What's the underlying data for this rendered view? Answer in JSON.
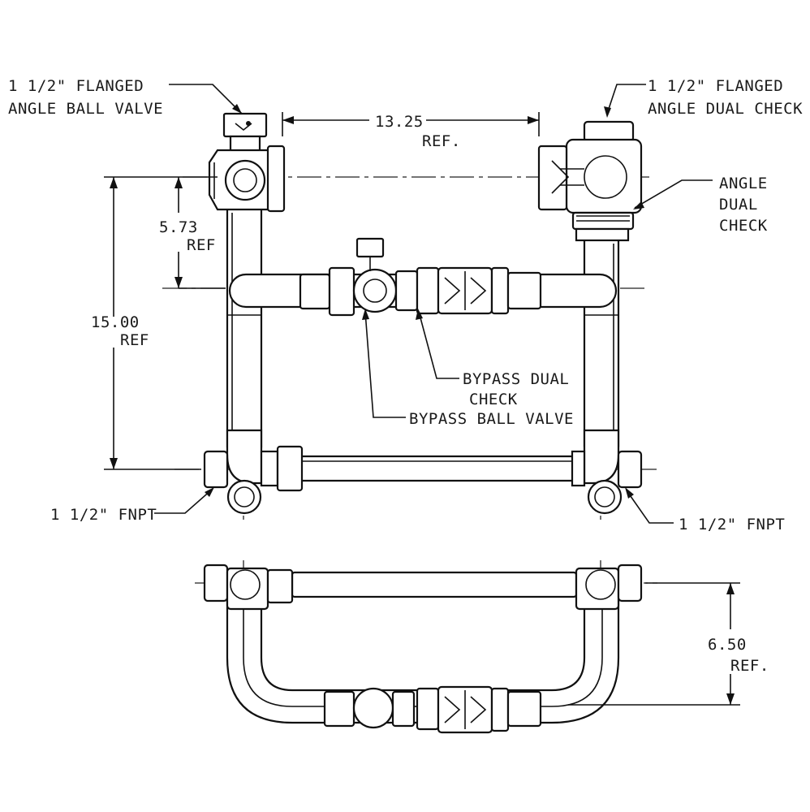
{
  "labels": {
    "top_left_valve_line1": "1 1/2\" FLANGED",
    "top_left_valve_line2": "ANGLE BALL VALVE",
    "top_right_check_line1": "1 1/2\" FLANGED",
    "top_right_check_line2": "ANGLE DUAL CHECK",
    "angle_dual_check_line1": "ANGLE",
    "angle_dual_check_line2": "DUAL",
    "angle_dual_check_line3": "CHECK",
    "bypass_dual_check_line1": "BYPASS DUAL",
    "bypass_dual_check_line2": "CHECK",
    "bypass_ball_valve": "BYPASS BALL VALVE",
    "fnpt_left": "1 1/2\" FNPT",
    "fnpt_right": "1 1/2\" FNPT"
  },
  "dimensions": {
    "width_value": "13.25",
    "width_ref": "REF.",
    "upper_value": "5.73",
    "upper_ref": "REF",
    "height_value": "15.00",
    "height_ref": "REF",
    "depth_value": "6.50",
    "depth_ref": "REF."
  }
}
